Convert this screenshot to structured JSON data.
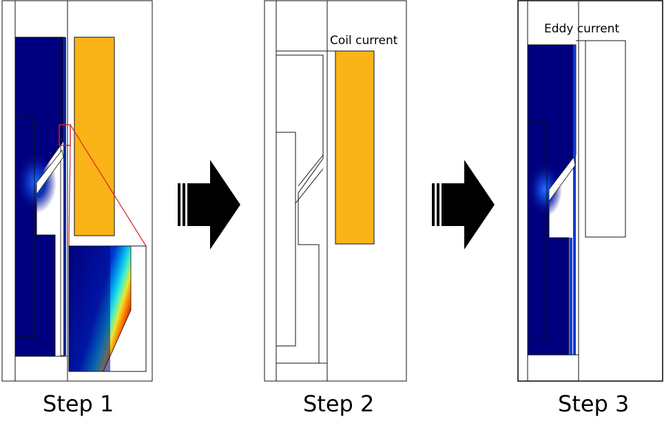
{
  "steps": [
    {
      "label": "Step 1",
      "annotation": ""
    },
    {
      "label": "Step 2",
      "annotation": "Coil current"
    },
    {
      "label": "Step 3",
      "annotation": "Eddy current"
    }
  ],
  "colors": {
    "coil": "#FAB417",
    "field_dark": "#00007E",
    "field_mid": "#0A1AA8",
    "outline": "#111111",
    "zoom_box": "#E02020",
    "arrow": "#000000"
  }
}
